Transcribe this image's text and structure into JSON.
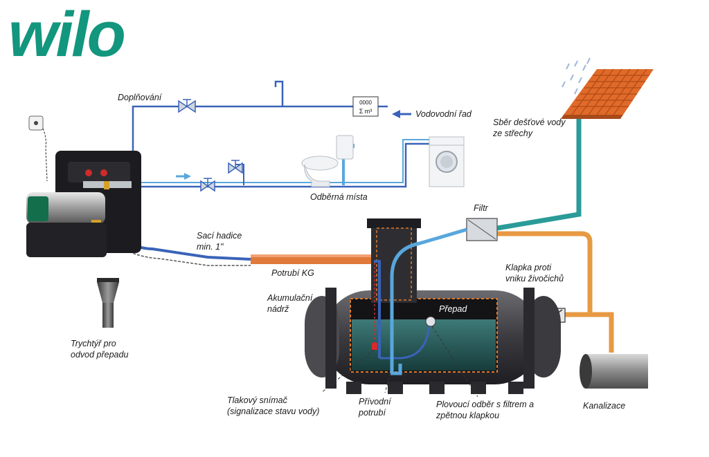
{
  "brand": {
    "logo_text": "wilo",
    "color": "#12967e"
  },
  "colors": {
    "pipe_blue": "#3a63b8",
    "pipe_light_blue": "#58a7dd",
    "pipe_teal": "#2a9b98",
    "pipe_orange": "#e79a43",
    "tank_dark": "#2f2f33",
    "water": "#1f4a49",
    "roof": "#e06a2a"
  },
  "labels": {
    "doplnovani": "Doplňování",
    "vodovodni_rad": "Vodovodní řad",
    "meter_top": "0000",
    "meter_bottom": "Σ m³",
    "sber_line1": "Sběr dešťové vody",
    "sber_line2": "ze střechy",
    "odberna_mista": "Odběrná místa",
    "filtr": "Filtr",
    "saci_line1": "Sací hadice",
    "saci_line2": "min. 1\"",
    "potrubi_kg": "Potrubí KG",
    "klapka_line1": "Klapka proti",
    "klapka_line2": "vniku živočichů",
    "akumulacni_line1": "Akumulační",
    "akumulacni_line2": "nádrž",
    "prepad": "Přepad",
    "trychtyr_line1": "Trychtýř pro",
    "trychtyr_line2": "odvod přepadu",
    "tlakovy_line1": "Tlakový snímač",
    "tlakovy_line2": "(signalizace stavu vody)",
    "privodni_line1": "Přívodní",
    "privodni_line2": "potrubí",
    "plovouci_line1": "Plovoucí odběr s filtrem a",
    "plovouci_line2": "zpětnou klapkou",
    "kanalizace": "Kanalizace"
  }
}
